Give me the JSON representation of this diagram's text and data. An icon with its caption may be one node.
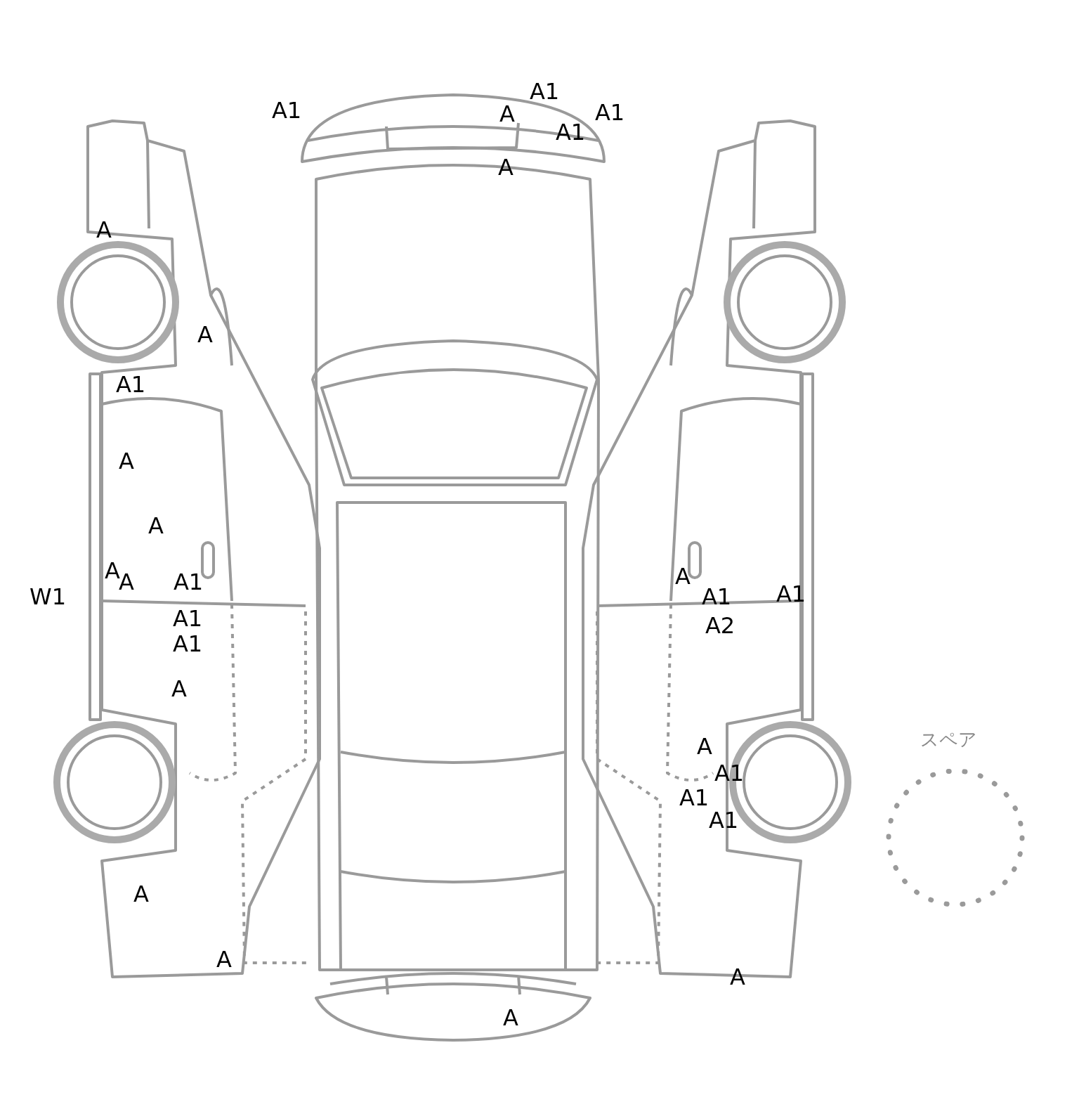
{
  "diagram": {
    "labels": [
      "A1",
      "A1",
      "A",
      "A1",
      "A1",
      "A",
      "A",
      "A",
      "A1",
      "A",
      "A",
      "A",
      "A",
      "A",
      "A1",
      "A1",
      "W1",
      "A1",
      "A1",
      "A2",
      "A1",
      "A",
      "スペア",
      "A",
      "A1",
      "A1",
      "A1",
      "A",
      "A",
      "A",
      "A"
    ]
  }
}
